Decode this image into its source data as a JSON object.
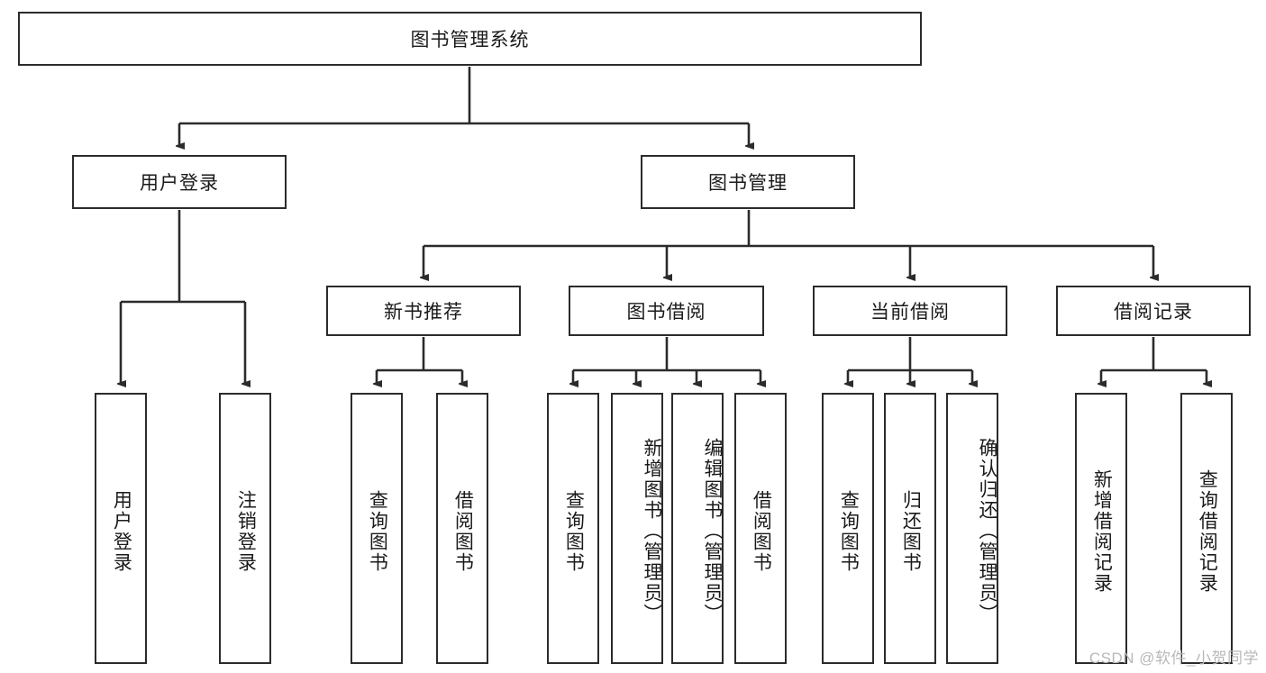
{
  "diagram": {
    "type": "tree",
    "title": "图书管理系统",
    "colors": {
      "stroke": "#2b2b2b",
      "fill": "#ffffff",
      "text": "#1a1a1a",
      "watermark": "#b8b8b8"
    },
    "root": {
      "label": "图书管理系统"
    },
    "level2": [
      {
        "label": "用户登录"
      },
      {
        "label": "图书管理"
      }
    ],
    "level3": [
      {
        "label": "新书推荐"
      },
      {
        "label": "图书借阅"
      },
      {
        "label": "当前借阅"
      },
      {
        "label": "借阅记录"
      }
    ],
    "leaves": {
      "user_login": [
        {
          "label": "用户登录"
        },
        {
          "label": "注销登录"
        }
      ],
      "new_book_recommend": [
        {
          "label": "查询图书"
        },
        {
          "label": "借阅图书"
        }
      ],
      "book_borrow": [
        {
          "label": "查询图书"
        },
        {
          "label": "新增图书（管理员）"
        },
        {
          "label": "编辑图书（管理员）"
        },
        {
          "label": "借阅图书"
        }
      ],
      "current_borrow": [
        {
          "label": "查询图书"
        },
        {
          "label": "归还图书"
        },
        {
          "label": "确认归还（管理员）"
        }
      ],
      "borrow_record": [
        {
          "label": "新增借阅记录"
        },
        {
          "label": "查询借阅记录"
        }
      ]
    }
  },
  "watermark": {
    "text": "CSDN @软件_小贺同学"
  }
}
